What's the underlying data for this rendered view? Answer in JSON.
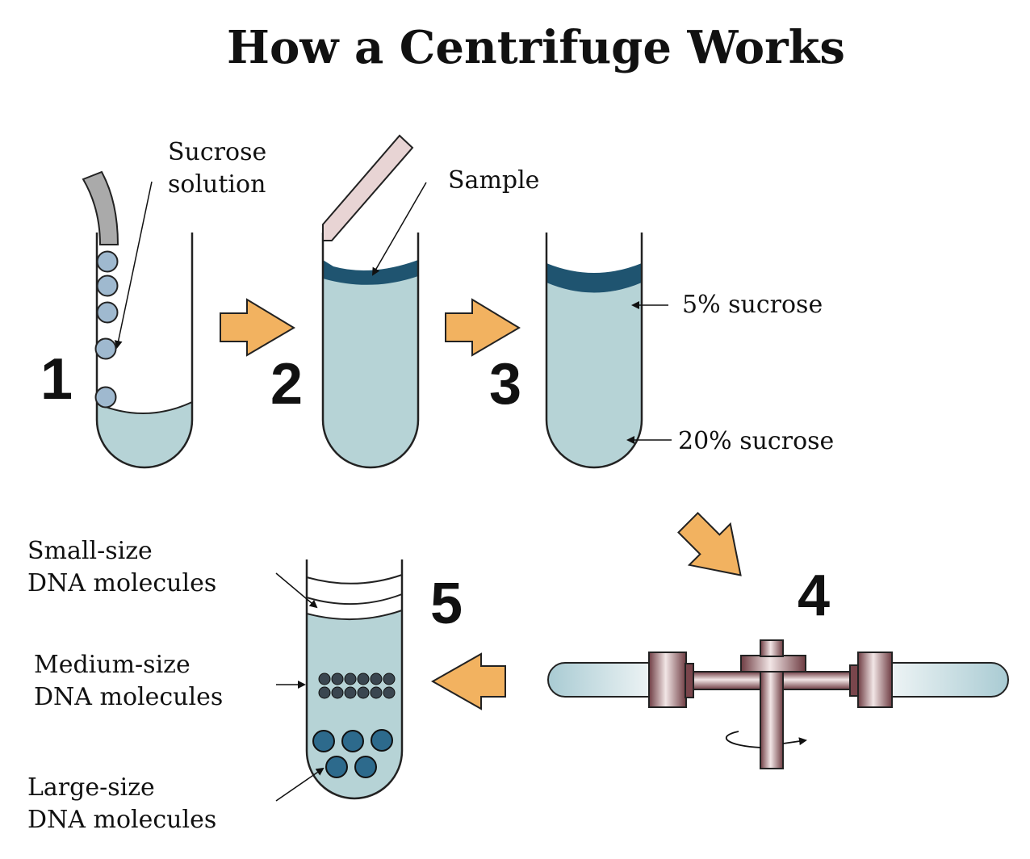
{
  "title": "How a Centrifuge Works",
  "steps": {
    "s1": "1",
    "s2": "2",
    "s3": "3",
    "s4": "4",
    "s5": "5"
  },
  "labels": {
    "sucrose_line1": "Sucrose",
    "sucrose_line2": "solution",
    "sample": "Sample",
    "pct5": "5% sucrose",
    "pct20": "20% sucrose",
    "small_line1": "Small-size",
    "small_line2": "DNA molecules",
    "medium_line1": "Medium-size",
    "medium_line2": "DNA molecules",
    "large_line1": "Large-size",
    "large_line2": "DNA molecules"
  },
  "colors": {
    "solution": "#b6d3d6",
    "sample_band": "#1f5470",
    "bubble": "#9fb9cf",
    "arrow_fill": "#f2b260",
    "pipette_gray": "#aaaaaa",
    "pipette_pink": "#e8d4d4",
    "rotor_dark": "#6e3c42",
    "rotor_light": "#f0e2e2",
    "dna_small": "#3a4650",
    "dna_large": "#2d6a8c"
  }
}
